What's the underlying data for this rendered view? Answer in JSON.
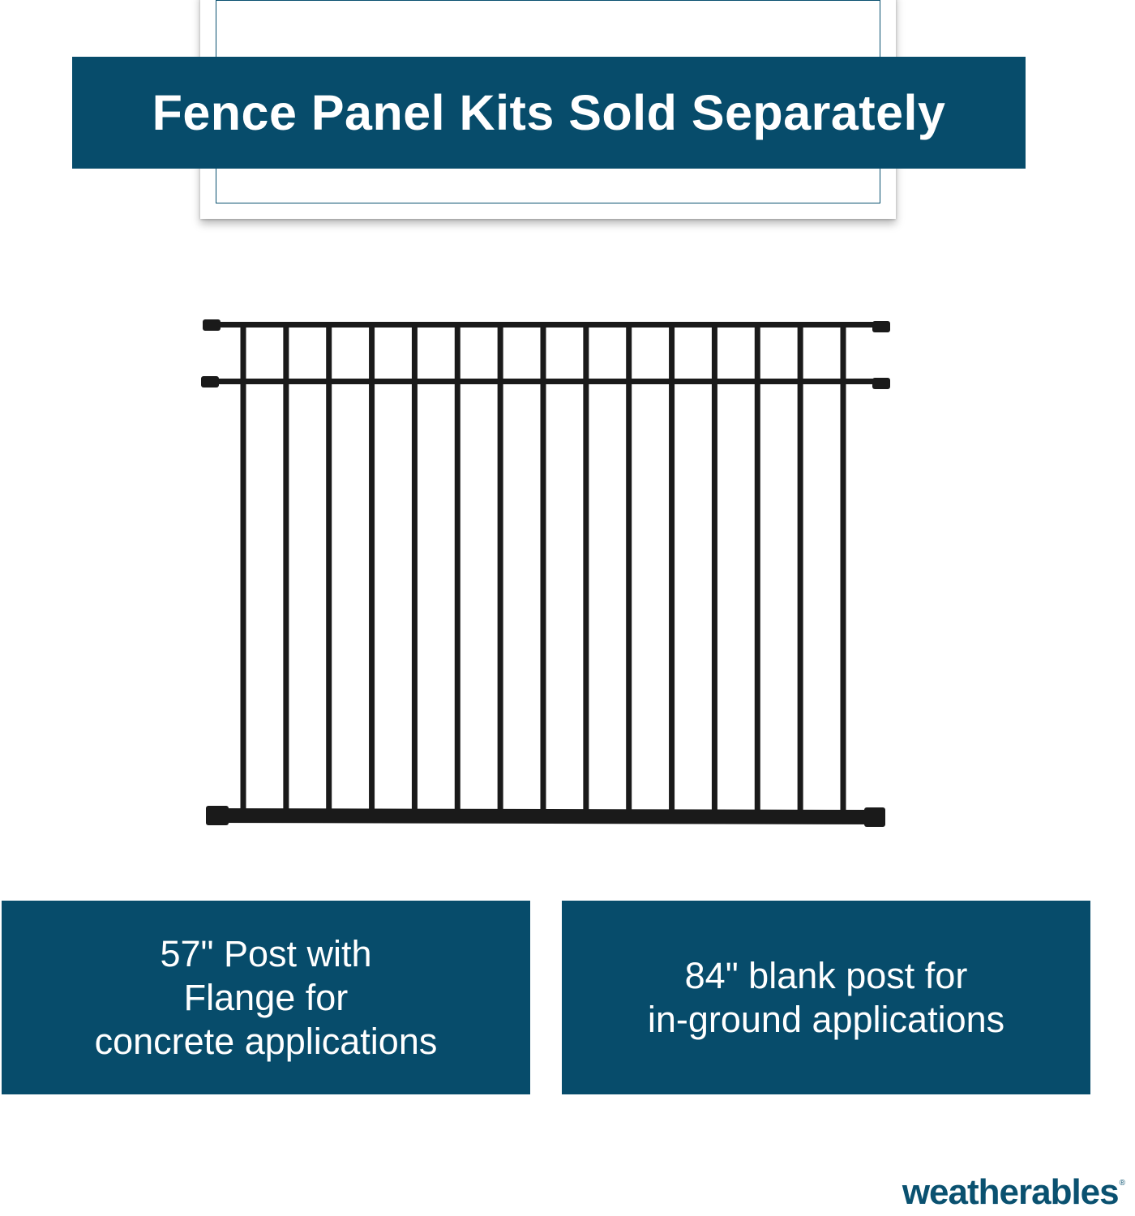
{
  "banner": {
    "title": "Fence Panel Kits Sold Separately"
  },
  "product_image": {
    "subject": "fence-panel",
    "color": "#1a1a1a",
    "picket_count": 15
  },
  "info_boxes": [
    {
      "text": "57\" Post with\nFlange for\nconcrete applications"
    },
    {
      "text": "84\" blank post for\nin-ground applications"
    }
  ],
  "brand": {
    "name": "weatherables",
    "mark": "®",
    "color": "#0a5170"
  },
  "colors": {
    "banner_bg": "#074c6b",
    "banner_text": "#ffffff"
  }
}
